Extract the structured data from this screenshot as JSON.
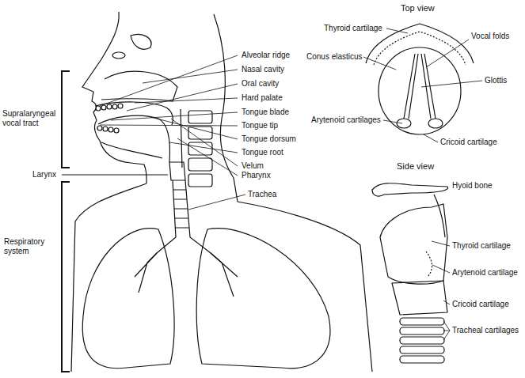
{
  "diagram": {
    "labels": [
      "Supralaryngeal vocal tract",
      "Larynx",
      "Respiratory system",
      "Alveolar ridge",
      "Nasal cavity",
      "Oral cavity",
      "Hard palate",
      "Tongue blade",
      "Tongue tip",
      "Tongue dorsum",
      "Tongue root",
      "Velum",
      "Pharynx",
      "Trachea",
      "Top view",
      "Thyroid cartilage",
      "Vocal folds",
      "Conus elasticus",
      "Glottis",
      "Arytenoid cartilages",
      "Cricoid cartilage",
      "Side view",
      "Hyoid bone",
      "Thyroid cartilage",
      "Arytenoid cartilage",
      "Cricoid cartilage",
      "Tracheal cartilages"
    ]
  }
}
